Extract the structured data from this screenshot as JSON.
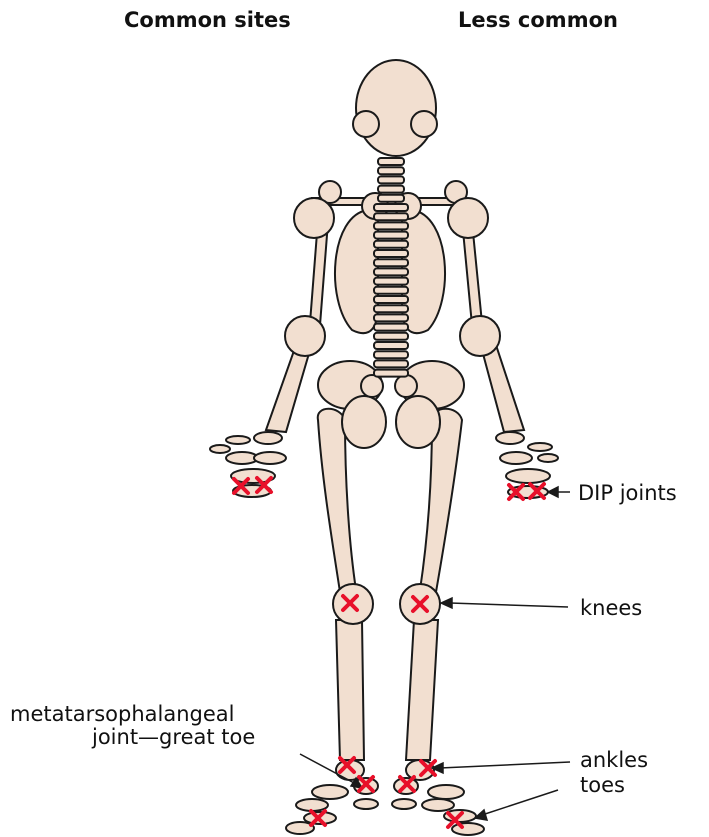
{
  "headers": {
    "left": "Common sites",
    "right": "Less common"
  },
  "labels": {
    "dip_joints": "DIP joints",
    "knees": "knees",
    "mtp_line1": "metatarsophalangeal",
    "mtp_line2": "joint—great toe",
    "ankles": "ankles",
    "toes": "toes"
  },
  "colors": {
    "bone_fill": "#f2dfd0",
    "bone_stroke": "#1a1a1a",
    "marker": "#e8102a"
  },
  "markers": {
    "symbol": "x",
    "sites": [
      "left-dip-joints",
      "right-dip-joints",
      "left-knee",
      "right-knee",
      "left-ankle",
      "right-ankle",
      "left-mtp",
      "right-mtp",
      "left-toe",
      "right-toe"
    ]
  }
}
